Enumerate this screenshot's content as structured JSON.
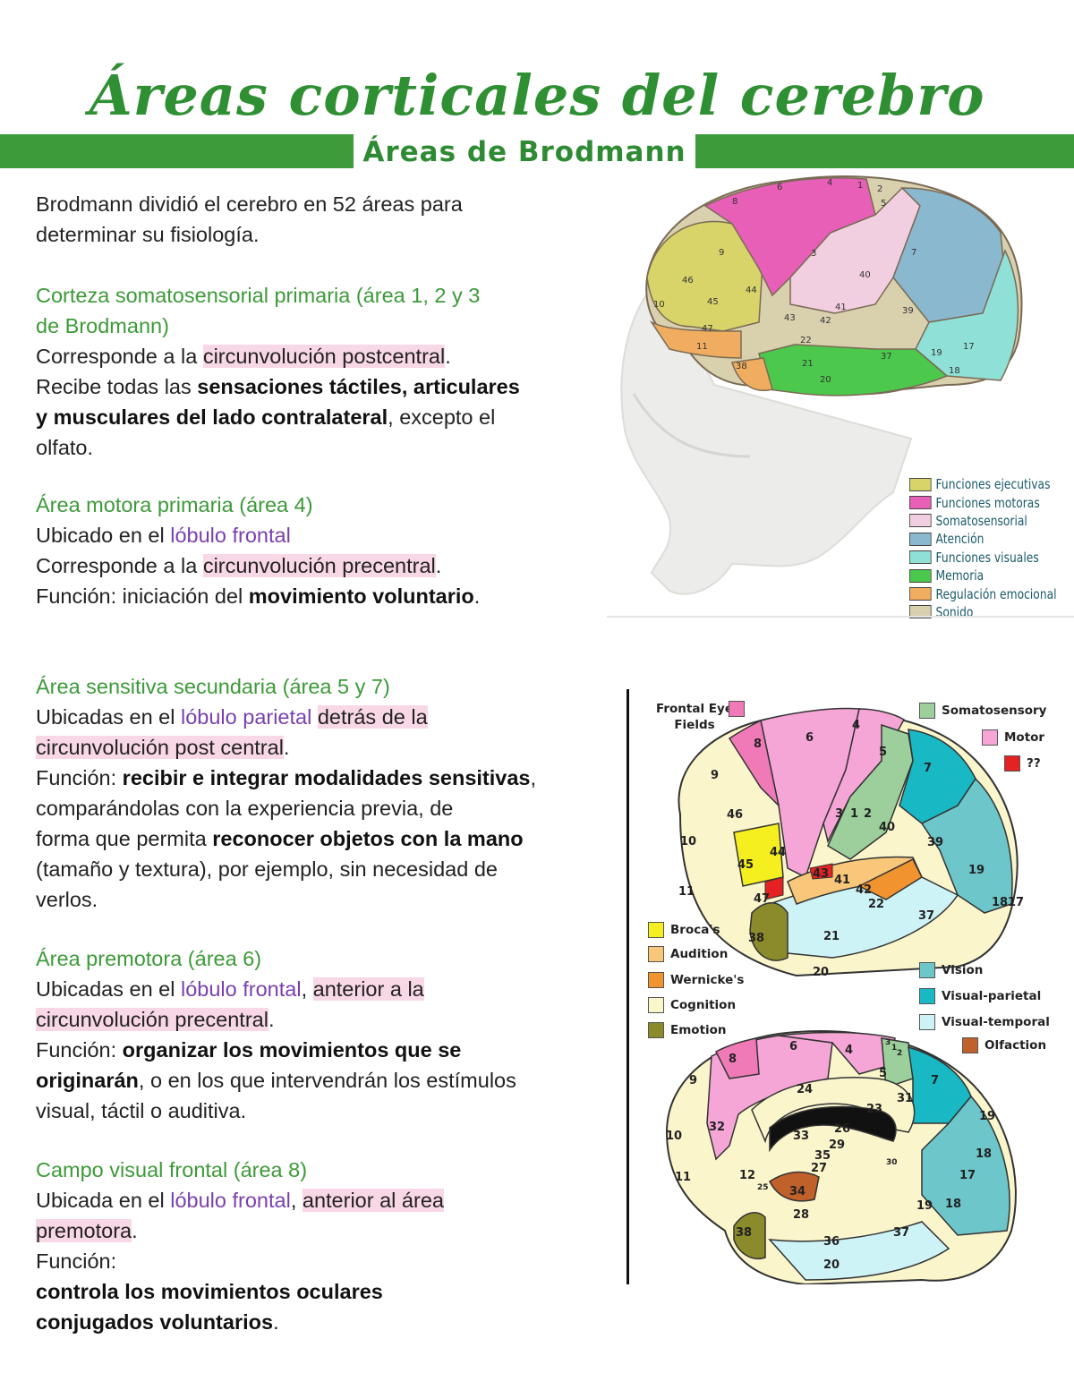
{
  "header": {
    "title": "Áreas corticales del cerebro",
    "subtitle": "Áreas de Brodmann"
  },
  "intro": {
    "line1": "Brodmann dividió el cerebro en 52 áreas para",
    "line2": "determinar su fisiología."
  },
  "s1": {
    "heading1": "Corteza somatosensorial primaria (área 1, 2 y 3",
    "heading2": "de Brodmann)",
    "l1a": "Corresponde a la ",
    "l1b": "circunvolución postcentral",
    "l1c": ".",
    "l2a": "Recibe todas las ",
    "l2b": "sensaciones táctiles, articulares",
    "l3a": "y musculares del lado contralateral",
    "l3b": ", excepto el",
    "l4": "olfato."
  },
  "s2": {
    "heading": "Área motora primaria (área 4)",
    "l1a": "Ubicado en el ",
    "l1b": "lóbulo frontal",
    "l2a": "Corresponde a la ",
    "l2b": "circunvolución precentral",
    "l2c": ".",
    "l3a": "Función: iniciación del ",
    "l3b": "movimiento voluntario",
    "l3c": "."
  },
  "s3": {
    "heading": "Área sensitiva secundaria (área 5 y 7)",
    "l1a": "Ubicadas en el ",
    "l1b": "lóbulo parietal",
    "l1c": " ",
    "l1d": "detrás de la",
    "l2a": "circunvolución post central",
    "l2b": ".",
    "l3a": "Función: ",
    "l3b": "recibir e integrar modalidades sensitivas",
    "l3c": ",",
    "l4": "comparándolas con la experiencia previa, de",
    "l5a": "forma que permita ",
    "l5b": "reconocer objetos con la mano",
    "l6": "(tamaño y textura), por ejemplo, sin necesidad de",
    "l7": "verlos."
  },
  "s4": {
    "heading": "Área premotora (área 6)",
    "l1a": "Ubicadas en el ",
    "l1b": "lóbulo frontal",
    "l1c": ", ",
    "l1d": "anterior a la",
    "l2a": "circunvolución precentral",
    "l2b": ".",
    "l3a": "Función: ",
    "l3b": "organizar los movimientos que se",
    "l4a": "originarán",
    "l4b": ", o en los que intervendrán los estímulos",
    "l5": "visual, táctil o auditiva."
  },
  "s5": {
    "heading": "Campo visual frontal (área 8)",
    "l1a": "Ubicada en el ",
    "l1b": "lóbulo frontal",
    "l1c": ", ",
    "l1d": "anterior al área",
    "l2a": "premotora",
    "l2b": ".",
    "l3": "Función: ",
    "l4a": "controla los movimientos oculares",
    "l4b": "conjugados voluntarios",
    "l4c": "."
  },
  "legend_top": [
    {
      "label": "Funciones ejecutivas",
      "color": "#d8d46a"
    },
    {
      "label": "Funciones motoras",
      "color": "#e85fb8"
    },
    {
      "label": "Somatosensorial",
      "color": "#f2cfe0"
    },
    {
      "label": "Atención",
      "color": "#8ab8cf"
    },
    {
      "label": "Funciones visuales",
      "color": "#8fe0d6"
    },
    {
      "label": "Memoria",
      "color": "#4cc84c"
    },
    {
      "label": "Regulación emocional",
      "color": "#f0ad60"
    },
    {
      "label": "Sonido",
      "color": "#d9d0ae"
    }
  ],
  "legend_bottom": {
    "frontal_eye": "Frontal Eye Fields",
    "frontal_eye_color": "#f07ab8",
    "somatosensory": "Somatosensory",
    "somatosensory_color": "#9ccf9c",
    "motor": "Motor",
    "motor_color": "#f6a6d6",
    "unknown": "??",
    "unknown_color": "#e52222",
    "brocas": "Broca's",
    "brocas_color": "#f5ef20",
    "audition": "Audition",
    "audition_color": "#f8c77a",
    "wernickes": "Wernicke's",
    "wernickes_color": "#f1932f",
    "cognition": "Cognition",
    "cognition_color": "#fbf5cc",
    "emotion": "Emotion",
    "emotion_color": "#8b8b2c",
    "vision": "Vision",
    "vision_color": "#6cc6ca",
    "visual_parietal": "Visual-parietal",
    "visual_parietal_color": "#18b8c4",
    "visual_temporal": "Visual-temporal",
    "visual_temporal_color": "#cdf3f6",
    "olfaction": "Olfaction",
    "olfaction_color": "#c0602a"
  },
  "brain_top_numbers": [
    "8",
    "6",
    "4",
    "1",
    "2",
    "5",
    "9",
    "3",
    "40",
    "7",
    "46",
    "44",
    "45",
    "10",
    "41",
    "42",
    "43",
    "39",
    "47",
    "11",
    "22",
    "38",
    "21",
    "37",
    "19",
    "20",
    "18",
    "17"
  ],
  "lateral_numbers": [
    "8",
    "6",
    "4",
    "5",
    "9",
    "7",
    "3",
    "1",
    "2",
    "40",
    "46",
    "44",
    "10",
    "39",
    "45",
    "43",
    "41",
    "42",
    "22",
    "19",
    "11",
    "47",
    "18",
    "17",
    "37",
    "38",
    "21",
    "20"
  ],
  "medial_numbers": [
    "8",
    "6",
    "4",
    "3",
    "1",
    "2",
    "5",
    "9",
    "7",
    "24",
    "31",
    "23",
    "32",
    "33",
    "26",
    "29",
    "19",
    "10",
    "30",
    "18",
    "27",
    "35",
    "17",
    "11",
    "12",
    "25",
    "34",
    "28",
    "19",
    "18",
    "38",
    "36",
    "37",
    "20"
  ]
}
